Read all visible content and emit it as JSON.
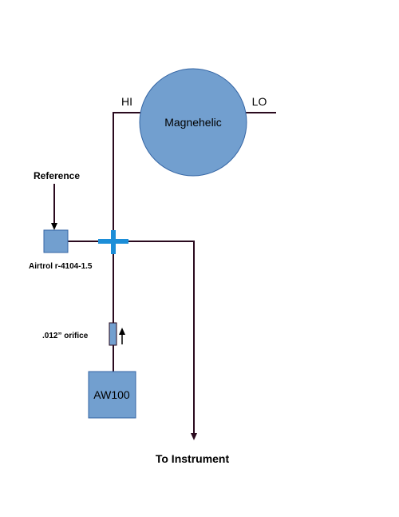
{
  "diagram": {
    "gauge_label": "Magnehelic",
    "hi_label": "HI",
    "lo_label": "LO",
    "reference_label": "Reference",
    "airtrol_label": "Airtrol r-4104-1.5",
    "orifice_label": ".012” orifice",
    "aw100_label": "AW100",
    "instrument_label": "To Instrument"
  },
  "colors": {
    "component_fill": "#729fcf",
    "component_stroke": "#3465a4",
    "tube": "#2a0a1e",
    "cross_fitting": "#1c8ed8"
  },
  "icons": {
    "flow_arrow": "up-arrow-icon",
    "reference_arrow": "down-arrow-icon",
    "instrument_arrow": "down-arrow-icon"
  }
}
